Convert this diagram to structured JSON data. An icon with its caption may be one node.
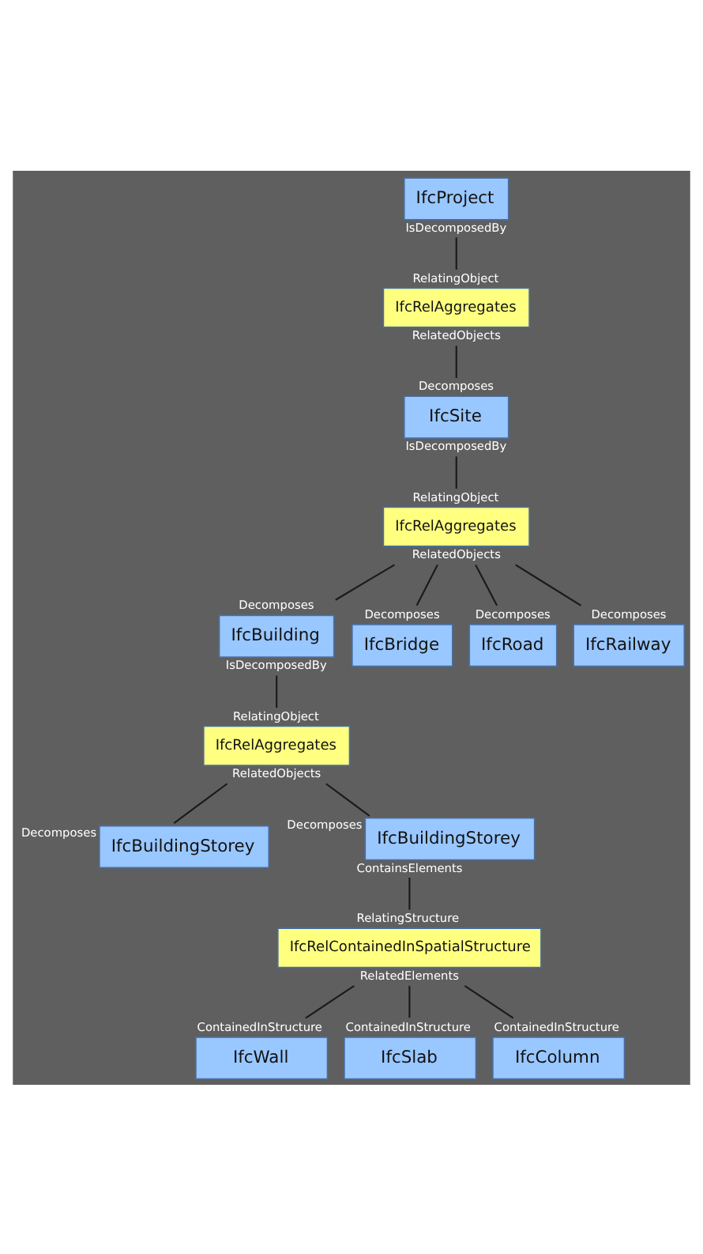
{
  "diagram": {
    "nodes": [
      {
        "text": [
          "IfcProject"
        ],
        "beside": [
          "IsDecomposedBy"
        ]
      },
      {
        "text": [
          "IfcRelAggregates"
        ],
        "beside": [
          "RelatingObject",
          "RelatedObjects"
        ]
      },
      {
        "text": [
          "IfcSite"
        ],
        "beside": [
          "Decomposes",
          "IsDecomposedBy"
        ]
      },
      {
        "text": [
          "IfcRelAggregates"
        ],
        "beside": [
          "RelatingObject",
          "RelatedObjects"
        ]
      },
      {
        "text": [
          "IfcBuilding"
        ],
        "beside": [
          "Decomposes",
          "IsDecomposedBy"
        ]
      },
      {
        "text": [
          "IfcBridge"
        ],
        "beside": [
          "Decomposes"
        ]
      },
      {
        "text": [
          "IfcRoad"
        ],
        "beside": [
          "Decomposes"
        ]
      },
      {
        "text": [
          "IfcRailway"
        ],
        "beside": [
          "Decomposes"
        ]
      },
      {
        "text": [
          "IfcRelAggregates"
        ],
        "beside": [
          "RelatingObject",
          "RelatedObjects"
        ]
      },
      {
        "text": [
          "IfcBuildingStorey"
        ],
        "beside": [
          "Decomposes"
        ]
      },
      {
        "text": [
          "IfcBuildingStorey"
        ],
        "beside": [
          "Decomposes",
          "ContainsElements"
        ]
      },
      {
        "text": [
          "IfcRelContainedInSpatialStructure"
        ],
        "beside": [
          "RelatingStructure",
          "RelatedElements"
        ]
      },
      {
        "text": [
          "IfcWall"
        ],
        "beside": [
          "ContainedInStructure"
        ]
      },
      {
        "text": [
          "IfcSlab"
        ],
        "beside": [
          "ContainedInStructure"
        ]
      },
      {
        "text": [
          "IfcColumn"
        ],
        "beside": [
          "ContainedInStructure"
        ]
      }
    ],
    "edges": [
      {
        "from": 0,
        "to": 1,
        "arrow": "none"
      },
      {
        "from": 1,
        "to": 2,
        "arrow": "none"
      },
      {
        "from": 2,
        "to": 3,
        "arrow": "none"
      },
      {
        "from": 3,
        "to": 4,
        "arrow": "none"
      },
      {
        "from": 3,
        "to": 5,
        "arrow": "none"
      },
      {
        "from": 3,
        "to": 6,
        "arrow": "none"
      },
      {
        "from": 3,
        "to": 7,
        "arrow": "none"
      },
      {
        "from": 4,
        "to": 8,
        "arrow": "none"
      },
      {
        "from": 8,
        "to": 9,
        "arrow": "none"
      },
      {
        "from": 8,
        "to": 10,
        "arrow": "none"
      },
      {
        "from": 10,
        "to": 11,
        "arrow": "none"
      },
      {
        "from": 11,
        "to": 12,
        "arrow": "none"
      },
      {
        "from": 11,
        "to": 13,
        "arrow": "none"
      },
      {
        "from": 11,
        "to": 14,
        "arrow": "none"
      }
    ]
  }
}
